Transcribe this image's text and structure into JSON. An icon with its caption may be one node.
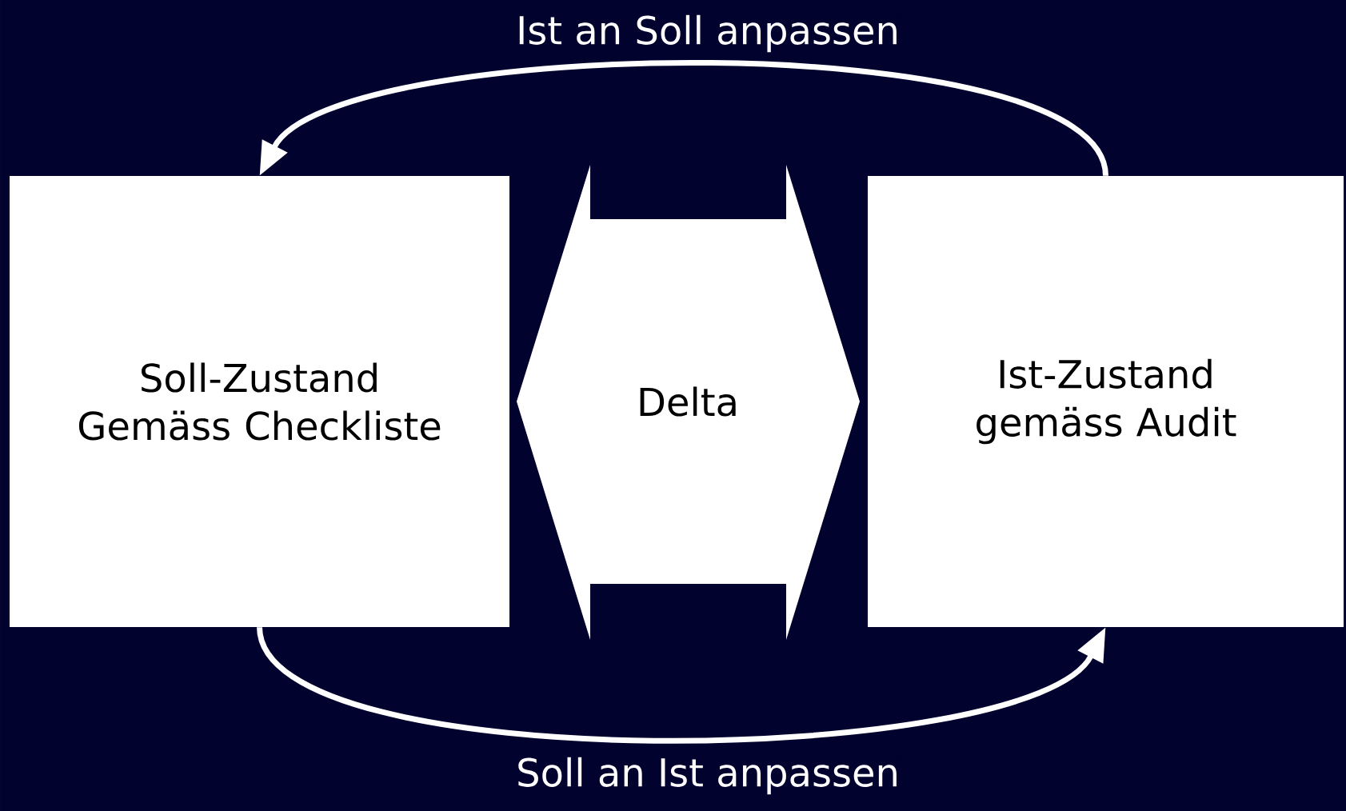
{
  "diagram": {
    "nodes": [
      {
        "text": [
          "Soll-Zustand Gemäss Checkliste"
        ]
      },
      {
        "text": [
          "Delta"
        ]
      },
      {
        "text": [
          "Ist-Zustand gemäss Audit"
        ]
      }
    ],
    "edges": [
      {
        "from": 2,
        "to": 0,
        "arrow": "to",
        "label": "Ist an Soll anpassen"
      },
      {
        "from": 0,
        "to": 2,
        "arrow": "to",
        "label": "Soll an Ist anpassen"
      }
    ]
  }
}
